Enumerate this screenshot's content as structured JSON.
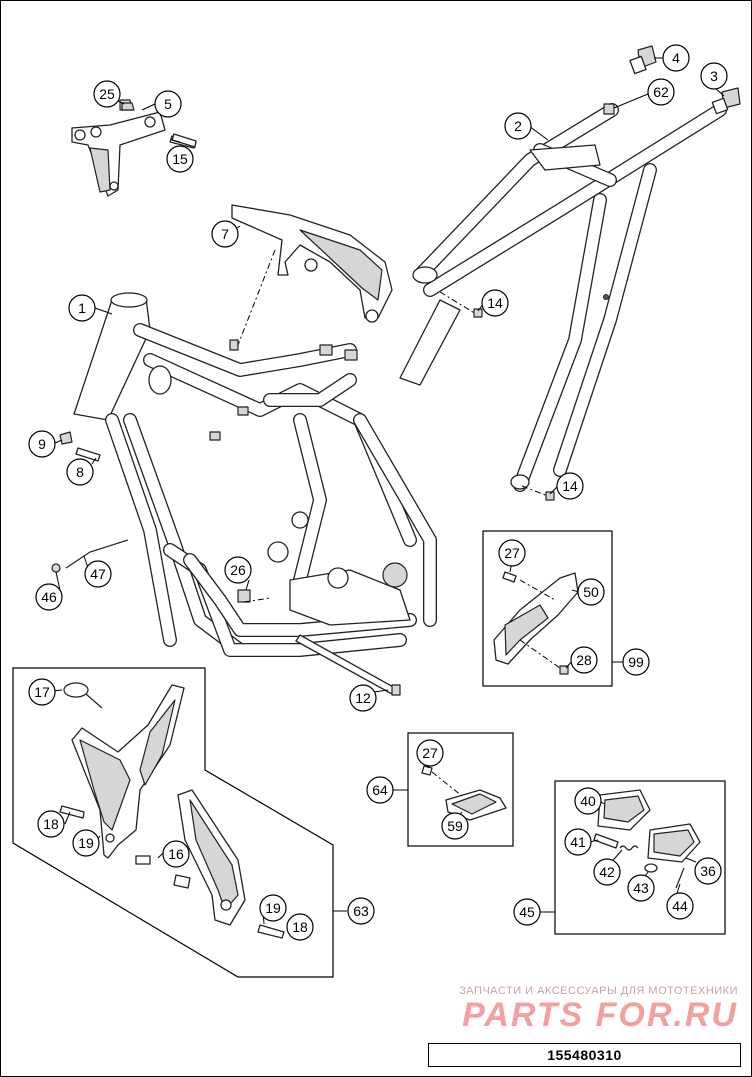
{
  "diagram": {
    "callouts": [
      {
        "id": "c1",
        "label": "1"
      },
      {
        "id": "c2",
        "label": "2"
      },
      {
        "id": "c3",
        "label": "3"
      },
      {
        "id": "c4",
        "label": "4"
      },
      {
        "id": "c5",
        "label": "5"
      },
      {
        "id": "c7",
        "label": "7"
      },
      {
        "id": "c8",
        "label": "8"
      },
      {
        "id": "c9",
        "label": "9"
      },
      {
        "id": "c12",
        "label": "12"
      },
      {
        "id": "c14a",
        "label": "14"
      },
      {
        "id": "c14b",
        "label": "14"
      },
      {
        "id": "c15",
        "label": "15"
      },
      {
        "id": "c16",
        "label": "16"
      },
      {
        "id": "c17",
        "label": "17"
      },
      {
        "id": "c18a",
        "label": "18"
      },
      {
        "id": "c18b",
        "label": "18"
      },
      {
        "id": "c19a",
        "label": "19"
      },
      {
        "id": "c19b",
        "label": "19"
      },
      {
        "id": "c25",
        "label": "25"
      },
      {
        "id": "c26",
        "label": "26"
      },
      {
        "id": "c27a",
        "label": "27"
      },
      {
        "id": "c27b",
        "label": "27"
      },
      {
        "id": "c28",
        "label": "28"
      },
      {
        "id": "c36",
        "label": "36"
      },
      {
        "id": "c40",
        "label": "40"
      },
      {
        "id": "c41",
        "label": "41"
      },
      {
        "id": "c42",
        "label": "42"
      },
      {
        "id": "c43",
        "label": "43"
      },
      {
        "id": "c44",
        "label": "44"
      },
      {
        "id": "c45",
        "label": "45"
      },
      {
        "id": "c46",
        "label": "46"
      },
      {
        "id": "c47",
        "label": "47"
      },
      {
        "id": "c50",
        "label": "50"
      },
      {
        "id": "c59",
        "label": "59"
      },
      {
        "id": "c62",
        "label": "62"
      },
      {
        "id": "c63",
        "label": "63"
      },
      {
        "id": "c64",
        "label": "64"
      },
      {
        "id": "c99",
        "label": "99"
      }
    ]
  },
  "watermark": {
    "tagline": "ЗАПЧАСТИ И АКСЕССУАРЫ ДЛЯ МОТОТЕХНИКИ",
    "brand": "PARTS FOR.RU"
  },
  "document": {
    "number": "155480310"
  }
}
